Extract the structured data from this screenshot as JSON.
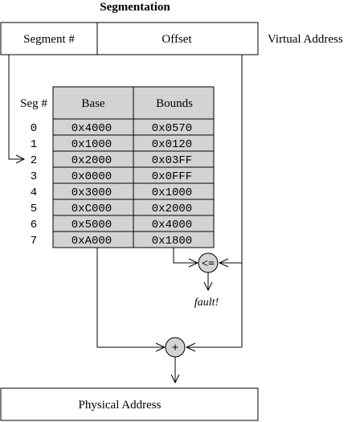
{
  "title": "Segmentation",
  "virtual_address": {
    "segment_label": "Segment #",
    "offset_label": "Offset",
    "caption": "Virtual Address"
  },
  "segment_table": {
    "index_header": "Seg #",
    "base_header": "Base",
    "bounds_header": "Bounds",
    "rows": [
      {
        "seg": "0",
        "base": "0x4000",
        "bounds": "0x0570"
      },
      {
        "seg": "1",
        "base": "0x1000",
        "bounds": "0x0120"
      },
      {
        "seg": "2",
        "base": "0x2000",
        "bounds": "0x03FF"
      },
      {
        "seg": "3",
        "base": "0x0000",
        "bounds": "0x0FFF"
      },
      {
        "seg": "4",
        "base": "0x3000",
        "bounds": "0x1000"
      },
      {
        "seg": "5",
        "base": "0xC000",
        "bounds": "0x2000"
      },
      {
        "seg": "6",
        "base": "0x5000",
        "bounds": "0x4000"
      },
      {
        "seg": "7",
        "base": "0xA000",
        "bounds": "0x1800"
      }
    ]
  },
  "compare_op": "<=",
  "fault_label": "fault!",
  "add_op": "+",
  "physical_address": "Physical Address"
}
